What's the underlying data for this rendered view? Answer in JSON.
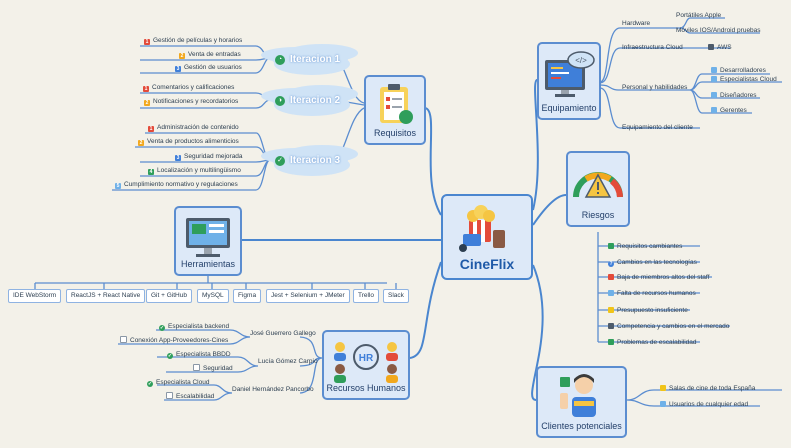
{
  "central": {
    "title": "CineFlix"
  },
  "requisitos": {
    "label": "Requisitos",
    "iterations": [
      {
        "label": "Iteracion 1",
        "items": [
          {
            "icon": "1",
            "text": "Gestión de películas y horarios"
          },
          {
            "icon": "2",
            "text": "Venta de entradas"
          },
          {
            "icon": "3",
            "text": "Gestión de usuarios"
          }
        ]
      },
      {
        "label": "Iteracion 2",
        "items": [
          {
            "icon": "1",
            "text": "Comentarios y calificaciones"
          },
          {
            "icon": "2",
            "text": "Notificaciones y recordatorios"
          }
        ]
      },
      {
        "label": "Iteracion 3",
        "items": [
          {
            "icon": "1",
            "text": "Administración de contenido"
          },
          {
            "icon": "2",
            "text": "Venta de productos alimenticios"
          },
          {
            "icon": "3",
            "text": "Seguridad mejorada"
          },
          {
            "icon": "4",
            "text": "Localización y multilingüismo"
          },
          {
            "icon": "5",
            "text": "Cumplimiento normativo y regulaciones"
          }
        ]
      }
    ]
  },
  "herramientas": {
    "label": "Herramientas",
    "tools": [
      "IDE WebStorm",
      "ReactJS + React Native",
      "Git + GitHub",
      "MySQL",
      "Figma",
      "Jest + Selenium + JMeter",
      "Trello",
      "Slack"
    ]
  },
  "rrhh": {
    "label": "Recursos Humanos",
    "people": [
      {
        "name": "José Guerrero Gallego",
        "roles": [
          "Especialista backend",
          "Conexión App-Proveedores-Cines"
        ]
      },
      {
        "name": "Lucía Gómez Carpio",
        "roles": [
          "Especialista BBDD",
          "Seguridad"
        ]
      },
      {
        "name": "Daniel Hernández Pancorbo",
        "roles": [
          "Especialista Cloud",
          "Escalabilidad"
        ]
      }
    ]
  },
  "equipamiento": {
    "label": "Equipamiento",
    "hardware": "Hardware",
    "hardware_items": [
      "Portátiles Apple",
      "Móviles IOS/Android pruebas"
    ],
    "cloud": "Infraestructura Cloud",
    "cloud_item": "AWS",
    "personal": "Personal y habilidades",
    "personal_items": [
      "Desarrolladores",
      "Especialistas Cloud",
      "Diseñadores",
      "Gerentes"
    ],
    "cliente": "Equipamiento del cliente"
  },
  "riesgos": {
    "label": "Riesgos",
    "items": [
      "Requisitos cambiantes",
      "Cambios en las tecnologías",
      "Baja de miembros altos del staff",
      "Falta de recursos humanos",
      "Presupuesto insuficiente",
      "Competencia y cambios en el mercado",
      "Problemas de escalabilidad"
    ]
  },
  "clientes": {
    "label": "Clientes potenciales",
    "items": [
      "Salas de cine de toda España",
      "Usuarios de cualquier edad"
    ]
  },
  "colors": {
    "line": "#4a86cf",
    "box_fill": "#dde9f8",
    "accent": "#1f5aa8",
    "background": "#f3f1e9"
  }
}
